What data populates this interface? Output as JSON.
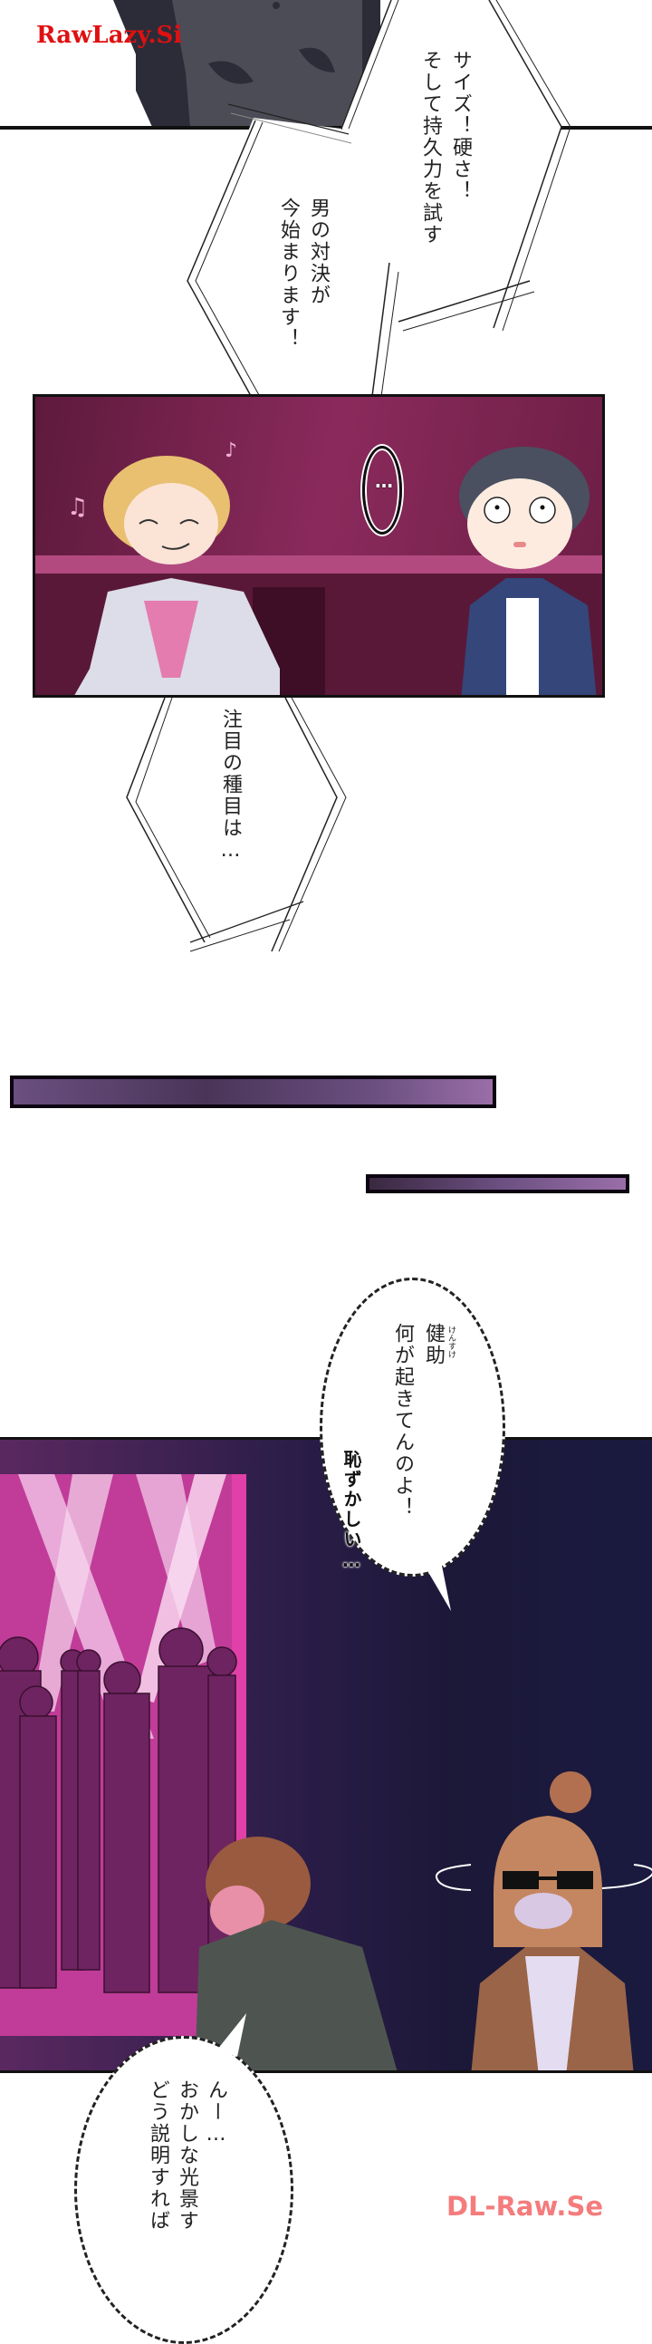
{
  "watermarks": {
    "top": "RawLazy.Si",
    "bottom": "DL-Raw.Se"
  },
  "scene1": {
    "bubble_right": {
      "lines": [
        "サイズ！硬さ！",
        "そして持久力を試す"
      ]
    },
    "bubble_left": {
      "lines": [
        "男の対決が",
        "今始まります！"
      ]
    }
  },
  "scene2": {
    "panel_bg": "#7a2050",
    "ellipsis_bubble": "…",
    "music_notes": [
      "♫",
      "♪"
    ],
    "characters": [
      "blonde-guy-relaxed",
      "dark-haired-guy-deadpan"
    ]
  },
  "scene3": {
    "bubble": {
      "lines": [
        "注目の種目は…"
      ]
    }
  },
  "transition_bars": {
    "colors": [
      "#4a3558",
      "#9a6ea8"
    ]
  },
  "scene4": {
    "bubble_top": {
      "ruby": "けんすけ",
      "lines": [
        "健助",
        "何が起きてんのよ！"
      ]
    },
    "sfx": "恥ずかしい…",
    "panel_bg": "#1c1838",
    "doorway_color": "#e040a8"
  },
  "scene5": {
    "bubble_bottom": {
      "lines": [
        "んー…",
        "おかしな光景す",
        "どう説明すれば"
      ]
    }
  }
}
